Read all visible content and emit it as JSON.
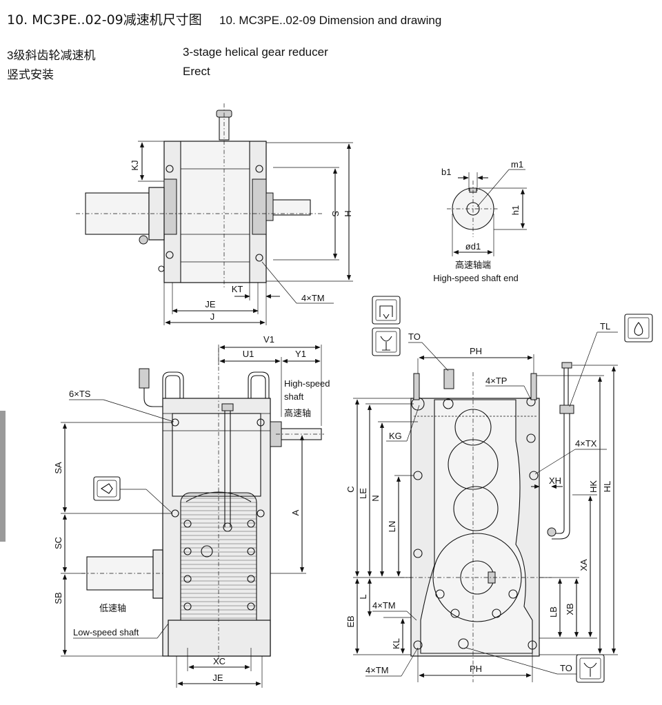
{
  "header": {
    "title_zh": "10. MC3PE..02-09减速机尺寸图",
    "title_en": "10.  MC3PE..02-09 Dimension and drawing"
  },
  "spec": {
    "type_zh": "3级斜齿轮减速机",
    "type_en": "3-stage helical gear reducer",
    "mount_zh": "竖式安装",
    "mount_en": "Erect"
  },
  "top_view": {
    "labels": {
      "kj": "KJ",
      "s": "S",
      "h": "H",
      "kt": "KT",
      "je": "JE",
      "j": "J",
      "tm": "4×TM"
    }
  },
  "shaft_end": {
    "labels": {
      "b1": "b1",
      "m1": "m1",
      "h1": "h1",
      "d1": "ød1"
    },
    "caption_zh": "高速轴端",
    "caption_en": "High-speed shaft end"
  },
  "front_view": {
    "labels": {
      "v1": "V1",
      "u1": "U1",
      "y1": "Y1",
      "hs_en_1": "High-speed",
      "hs_en_2": "shaft",
      "hs_zh": "高速轴",
      "ts": "6×TS",
      "sa": "SA",
      "sc": "SC",
      "sb": "SB",
      "a": "A",
      "ls_zh": "低速轴",
      "ls_en": "Low-speed shaft",
      "xc": "XC",
      "je": "JE"
    }
  },
  "side_view": {
    "labels": {
      "to_top": "TO",
      "ph_top": "PH",
      "tp": "4×TP",
      "tl": "TL",
      "tx": "4×TX",
      "kg": "KG",
      "c": "C",
      "le": "LE",
      "n": "N",
      "ln": "LN",
      "l": "L",
      "tm1": "4×TM",
      "eb": "EB",
      "kl": "KL",
      "tm2": "4×TM",
      "ph_bottom": "PH",
      "to_bottom": "TO",
      "xh": "XH",
      "hk": "HK",
      "hl": "HL",
      "xa": "XA",
      "lb": "LB",
      "xb": "XB"
    }
  }
}
